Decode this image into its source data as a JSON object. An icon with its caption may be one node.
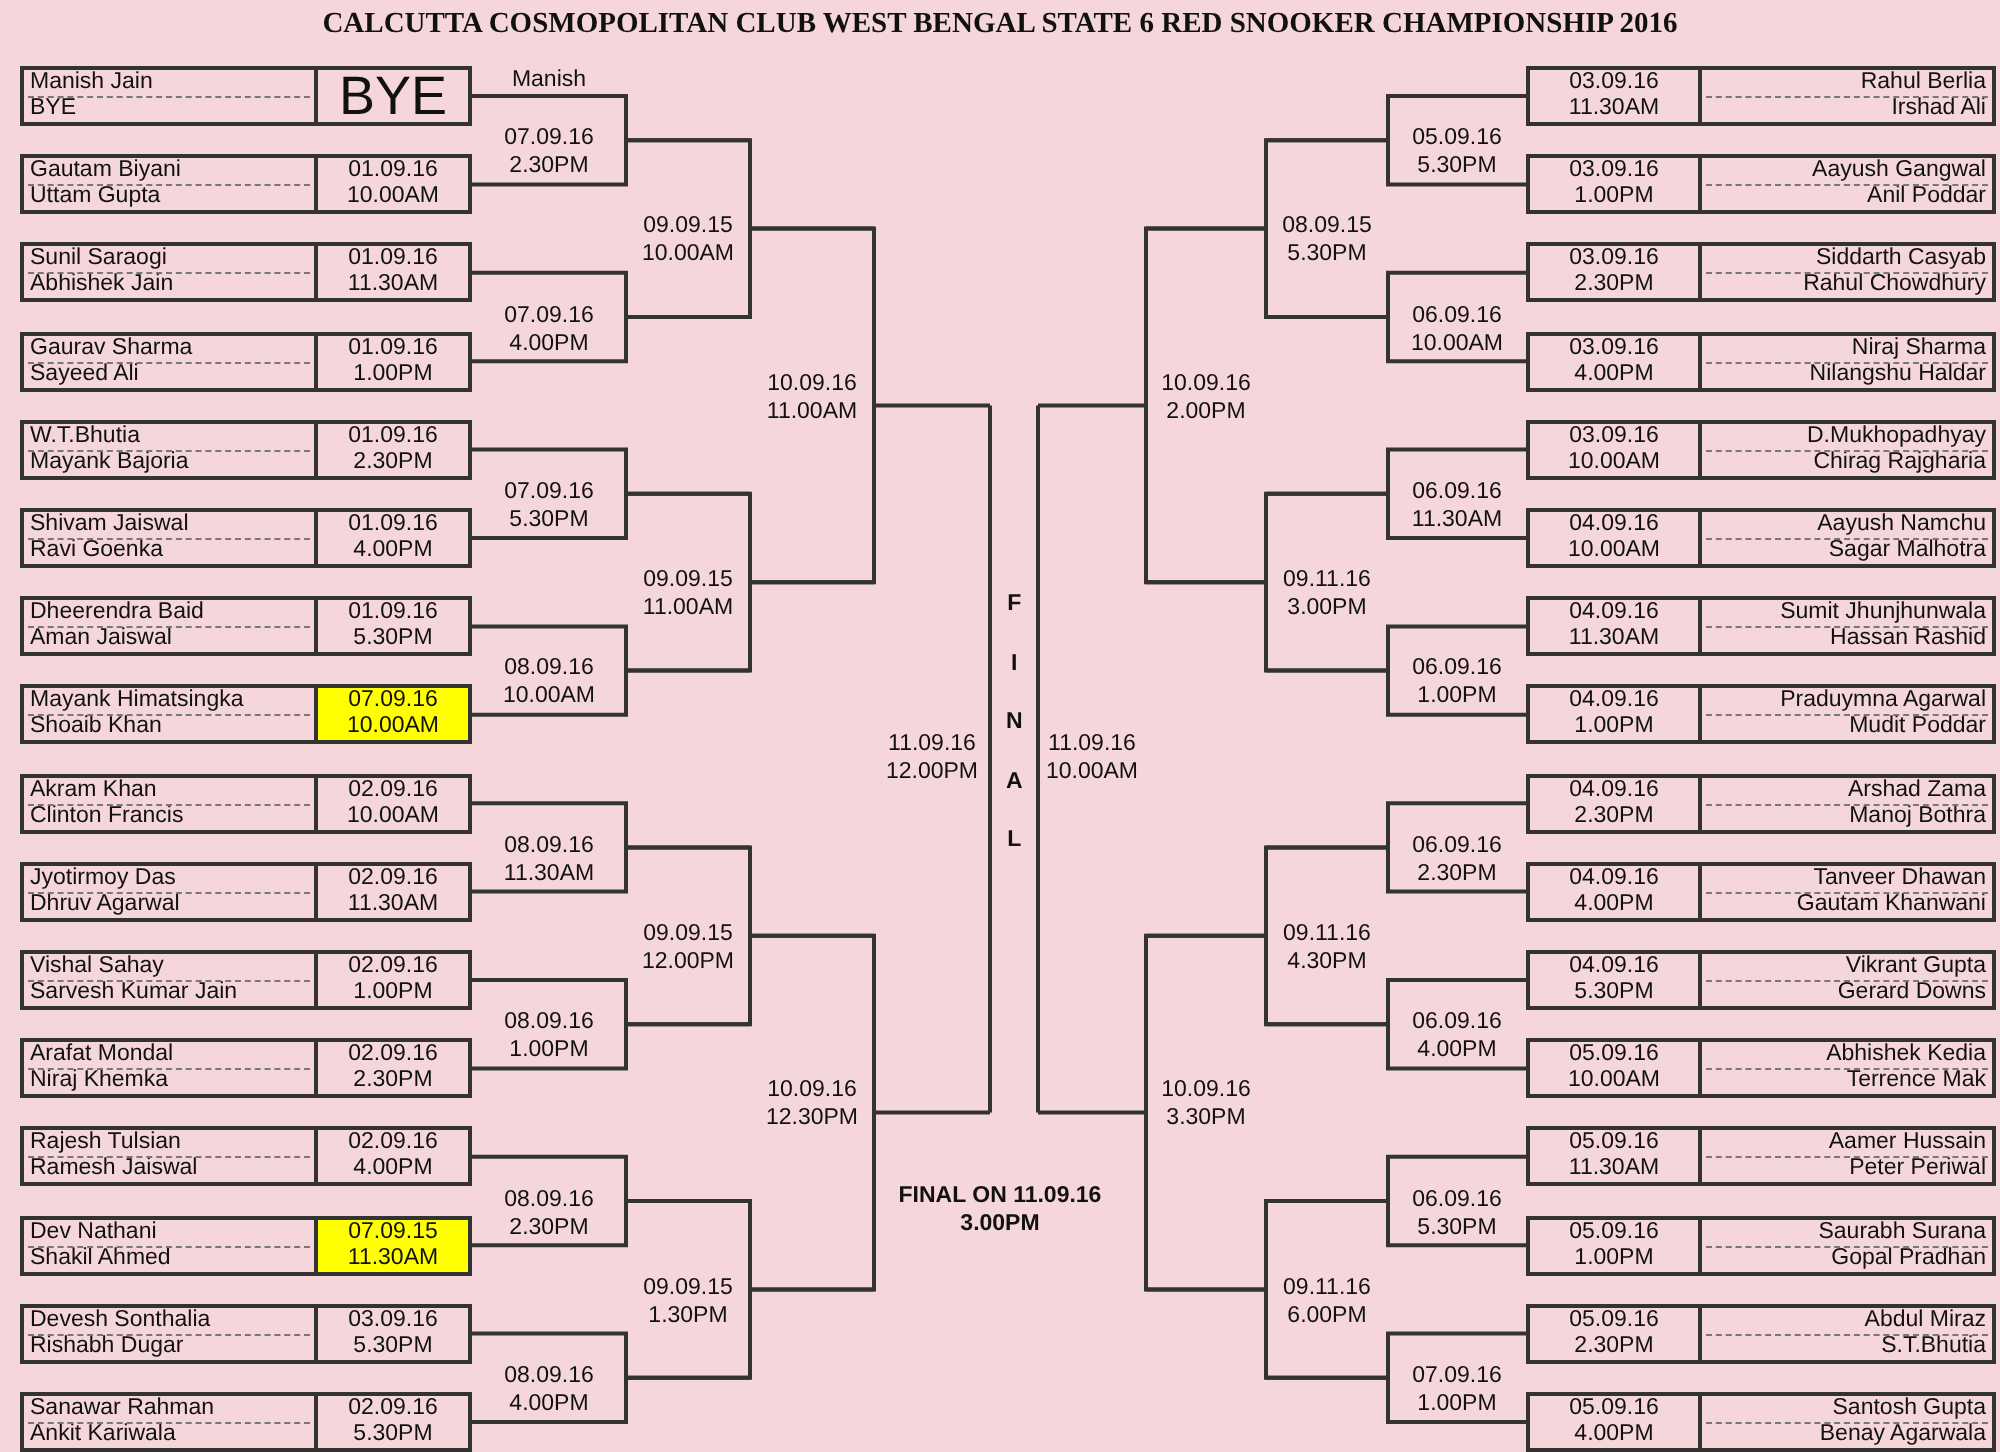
{
  "diagram": {
    "title": "CALCUTTA COSMOPOLITAN CLUB WEST BENGAL STATE 6 RED SNOOKER CHAMPIONSHIP 2016",
    "nodes": [
      {
        "text": [
          "Manish Jain",
          "BYE",
          "BYE"
        ]
      },
      {
        "text": [
          "Gautam Biyani",
          "Uttam Gupta",
          "01.09.16 10.00AM"
        ]
      },
      {
        "text": [
          "Sunil Saraogi",
          "Abhishek Jain",
          "01.09.16 11.30AM"
        ]
      },
      {
        "text": [
          "Gaurav Sharma",
          "Sayeed Ali",
          "01.09.16 1.00PM"
        ]
      },
      {
        "text": [
          "W.T.Bhutia",
          "Mayank Bajoria",
          "01.09.16 2.30PM"
        ]
      },
      {
        "text": [
          "Shivam Jaiswal",
          "Ravi Goenka",
          "01.09.16 4.00PM"
        ]
      },
      {
        "text": [
          "Dheerendra Baid",
          "Aman Jaiswal",
          "01.09.16 5.30PM"
        ]
      },
      {
        "text": [
          "Mayank Himatsingka",
          "Shoaib Khan",
          "07.09.16 10.00AM"
        ]
      },
      {
        "text": [
          "Akram Khan",
          "Clinton Francis",
          "02.09.16 10.00AM"
        ]
      },
      {
        "text": [
          "Jyotirmoy Das",
          "Dhruv Agarwal",
          "02.09.16 11.30AM"
        ]
      },
      {
        "text": [
          "Vishal Sahay",
          "Sarvesh Kumar Jain",
          "02.09.16 1.00PM"
        ]
      },
      {
        "text": [
          "Arafat Mondal",
          "Niraj Khemka",
          "02.09.16 2.30PM"
        ]
      },
      {
        "text": [
          "Rajesh Tulsian",
          "Ramesh Jaiswal",
          "02.09.16 4.00PM"
        ]
      },
      {
        "text": [
          "Dev Nathani",
          "Shakil Ahmed",
          "07.09.15 11.30AM"
        ]
      },
      {
        "text": [
          "Devesh Sonthalia",
          "Rishabh Dugar",
          "03.09.16 5.30PM"
        ]
      },
      {
        "text": [
          "Sanawar Rahman",
          "Ankit Kariwala",
          "02.09.16 5.30PM"
        ]
      },
      {
        "text": [
          "03.09.16 11.30AM",
          "Rahul Berlia",
          "Irshad Ali"
        ]
      },
      {
        "text": [
          "03.09.16 1.00PM",
          "Aayush Gangwal",
          "Anil Poddar"
        ]
      },
      {
        "text": [
          "03.09.16 2.30PM",
          "Siddarth Casyab",
          "Rahul Chowdhury"
        ]
      },
      {
        "text": [
          "03.09.16 4.00PM",
          "Niraj Sharma",
          "Nilangshu Haldar"
        ]
      },
      {
        "text": [
          "03.09.16 10.00AM",
          "D.Mukhopadhyay",
          "Chirag Rajgharia"
        ]
      },
      {
        "text": [
          "04.09.16 10.00AM",
          "Aayush Namchu",
          "Sagar Malhotra"
        ]
      },
      {
        "text": [
          "04.09.16 11.30AM",
          "Sumit Jhunjhunwala",
          "Hassan Rashid"
        ]
      },
      {
        "text": [
          "04.09.16 1.00PM",
          "Praduymna Agarwal",
          "Mudit Poddar"
        ]
      },
      {
        "text": [
          "04.09.16 2.30PM",
          "Arshad Zama",
          "Manoj Bothra"
        ]
      },
      {
        "text": [
          "04.09.16 4.00PM",
          "Tanveer Dhawan",
          "Gautam Khanwani"
        ]
      },
      {
        "text": [
          "04.09.16 5.30PM",
          "Vikrant Gupta",
          "Gerard Downs"
        ]
      },
      {
        "text": [
          "05.09.16 10.00AM",
          "Abhishek Kedia",
          "Terrence Mak"
        ]
      },
      {
        "text": [
          "05.09.16 11.30AM",
          "Aamer Hussain",
          "Peter Periwal"
        ]
      },
      {
        "text": [
          "05.09.16 1.00PM",
          "Saurabh Surana",
          "Gopal Pradhan"
        ]
      },
      {
        "text": [
          "05.09.16 2.30PM",
          "Abdul Miraz",
          "S.T.Bhutia"
        ]
      },
      {
        "text": [
          "05.09.16 4.00PM",
          "Santosh Gupta",
          "Benay Agarwala"
        ]
      }
    ],
    "labels": [
      "Manish",
      "07.09.16 2.30PM",
      "07.09.16 4.00PM",
      "07.09.16 5.30PM",
      "08.09.16 10.00AM",
      "08.09.16 11.30AM",
      "08.09.16 1.00PM",
      "08.09.16 2.30PM",
      "08.09.16 4.00PM",
      "09.09.15 10.00AM",
      "09.09.15 11.00AM",
      "09.09.15 12.00PM",
      "09.09.15 1.30PM",
      "10.09.16 11.00AM",
      "10.09.16 12.30PM",
      "11.09.16 12.00PM",
      "FINAL",
      "11.09.16 10.00AM",
      "10.09.16 2.00PM",
      "10.09.16 3.30PM",
      "08.09.15 5.30PM",
      "09.11.16 3.00PM",
      "09.11.16 4.30PM",
      "09.11.16 6.00PM",
      "05.09.16 5.30PM",
      "06.09.16 10.00AM",
      "06.09.16 11.30AM",
      "06.09.16 1.00PM",
      "06.09.16 2.30PM",
      "06.09.16 4.00PM",
      "06.09.16 5.30PM",
      "07.09.16 1.00PM",
      "FINAL ON 11.09.16 3.00PM"
    ]
  }
}
